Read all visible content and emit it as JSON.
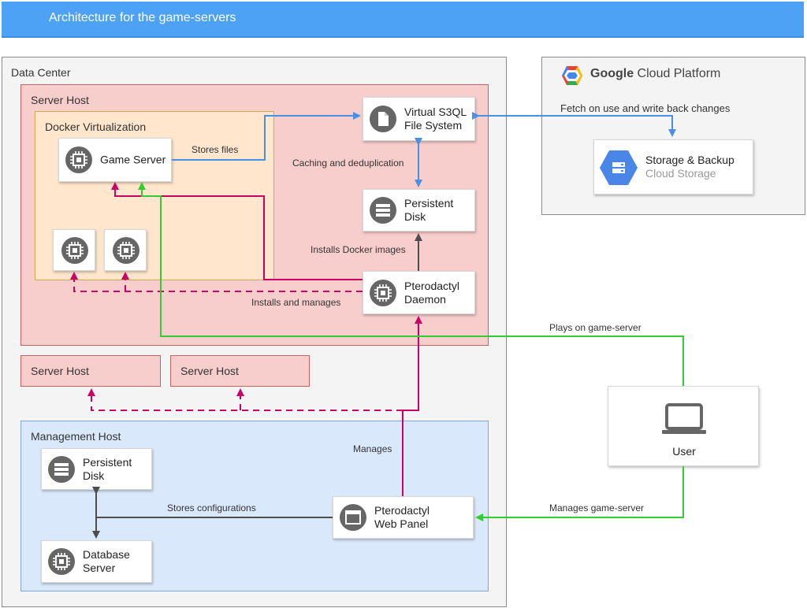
{
  "title": "Architecture for the game-servers",
  "zones": {
    "data_center": "Data Center",
    "server_host_main": "Server Host",
    "docker": "Docker Virtualization",
    "server_host_2": "Server Host",
    "server_host_3": "Server Host",
    "management_host": "Management Host"
  },
  "gcp": {
    "logo_bold": "Google",
    "logo_rest": " Cloud Platform",
    "storage_title": "Storage & Backup",
    "storage_subtitle": "Cloud Storage"
  },
  "nodes": {
    "game_server": "Game Server",
    "s3ql": "Virtual S3QL\nFile System",
    "persistent_disk_server": "Persistent\nDisk",
    "daemon": "Pterodactyl\nDaemon",
    "persistent_disk_mgmt": "Persistent\nDisk",
    "database": "Database\nServer",
    "web_panel": "Pterodactyl\nWeb Panel",
    "user": "User"
  },
  "edges": {
    "stores_files": "Stores files",
    "fetch_write": "Fetch on use and write back changes",
    "caching": "Caching and deduplication",
    "installs_images": "Installs Docker images",
    "installs_manages": "Installs and manages",
    "plays_on": "Plays on game-server",
    "manages": "Manages",
    "stores_configs": "Stores configurations",
    "manages_game_server": "Manages game-server"
  },
  "colors": {
    "blue_link": "#4a90e2",
    "green_link": "#33cc33",
    "magenta_link": "#cc0066",
    "dark_link": "#4d4d4d",
    "icon_circle": "#666666",
    "gcp_storage": "#4a86e8"
  },
  "icons": {
    "game_server": "chip-icon",
    "s3ql": "file-icon",
    "persistent_disk": "disk-stack-icon",
    "daemon": "chip-icon",
    "database": "chip-icon",
    "web_panel": "window-icon",
    "user": "laptop-icon",
    "gcp_logo": "gcp-hexagon-icon",
    "gcp_storage": "storage-hexagon-icon"
  }
}
